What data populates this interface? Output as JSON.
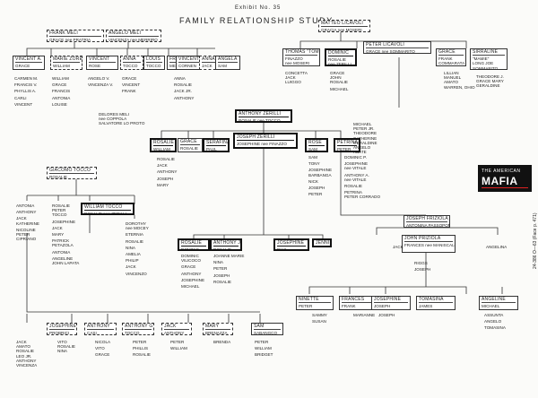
{
  "header": {
    "exhibit": "Exhibit No. 35",
    "title": "FAMILY RELATIONSHIP STUDY",
    "side_caption": "24-386 O—63 (Face p. 471)"
  },
  "logo": {
    "line1": "THE AMERICAN",
    "line2": "MAFIA"
  },
  "boxes": [
    {
      "key": "frank_meli",
      "head": "FRANK MELI",
      "members": [
        "GRACE nee PRATRIA"
      ],
      "style": "dash"
    },
    {
      "key": "angelo_meli",
      "head": "ANGELO MELI",
      "members": [
        "VINCENZA nee MERRIRO"
      ],
      "style": "dash"
    },
    {
      "key": "matteo",
      "head": "MATTEO LICAVOLI",
      "members": [
        "GRACIA nee MOSERI"
      ],
      "style": "dash"
    },
    {
      "key": "vincent_a",
      "head": "VINCENT A.",
      "members": [
        "GRACE",
        "nee MOSERINI"
      ],
      "style": "solid"
    },
    {
      "key": "marie",
      "head": "MARIE ZORE",
      "members": [
        "WILLIAM",
        "TOCCO"
      ],
      "style": "dash"
    },
    {
      "key": "vincent_r",
      "head": "VINCENT",
      "members": [
        "ROSE",
        "nee MARIO"
      ],
      "style": "solid"
    },
    {
      "key": "anna",
      "head": "ANNA",
      "members": [
        "TOCCO",
        "TOCCO"
      ],
      "style": "dash"
    },
    {
      "key": "louis",
      "head": "LOUIS",
      "members": [
        "TOCCO",
        "GRECO"
      ],
      "style": "solid"
    },
    {
      "key": "frank_m2",
      "head": "FRANK",
      "members": [
        "MELI"
      ],
      "style": "solid"
    },
    {
      "key": "vincent_c",
      "head": "VINCENT",
      "members": [
        "CORNEN",
        "TOCCO"
      ],
      "style": "solid"
    },
    {
      "key": "anna2",
      "head": "ANNA",
      "members": [
        "JACK",
        "TOCCO"
      ],
      "style": "dash"
    },
    {
      "key": "angela",
      "head": "ANGELA",
      "members": [
        "SAM",
        "LUCIDO"
      ],
      "style": "solid"
    },
    {
      "key": "thomas",
      "head": "THOMAS \"TOMMY\"",
      "members": [
        "FINAZZO",
        "nee MOSERI"
      ],
      "style": "solid"
    },
    {
      "key": "dominic",
      "head": "DOMINIC",
      "members": [
        "ROSALIE",
        "nee ZERILLI"
      ],
      "style": "thick"
    },
    {
      "key": "peter_l",
      "head": "PETER LICAVOLI",
      "members": [
        "GRACE nee SOMMARITO"
      ],
      "style": "solid"
    },
    {
      "key": "grace_f",
      "head": "GRACE",
      "members": [
        "FRANK",
        "COMMARATA"
      ],
      "style": "solid"
    },
    {
      "key": "sirraline",
      "head": "SIRRALINE",
      "members": [
        "\"MAMIE\"",
        "LONG JOE",
        "SOMMARITO"
      ],
      "style": "solid"
    },
    {
      "key": "anthony_z",
      "head": "ANTHONY ZERILLI",
      "members": [
        "ROSALIE nee TOCCO"
      ],
      "style": "thick"
    },
    {
      "key": "rosalie",
      "head": "ROSALIE",
      "members": [
        "WILLIAM",
        "TOCCO"
      ],
      "style": "thick"
    },
    {
      "key": "grace2",
      "head": "GRACE",
      "members": [
        "ROSALIE",
        "LUCIDO"
      ],
      "style": "solid"
    },
    {
      "key": "serafina",
      "head": "SERAFINA",
      "members": [
        "PAUL",
        "GIANCO"
      ],
      "style": "thick"
    },
    {
      "key": "joseph_z",
      "head": "JOSEPH ZERILLI",
      "members": [
        "JOSEPHINE nee FINAZZO"
      ],
      "style": "thick"
    },
    {
      "key": "rose",
      "head": "ROSE",
      "members": [
        "SAM",
        "SERRA"
      ],
      "style": "thick"
    },
    {
      "key": "petrina",
      "head": "PETRINA",
      "members": [
        "PETER",
        "CORRADO"
      ],
      "style": "thick"
    },
    {
      "key": "giacomo",
      "head": "GIACOMO TOCCO",
      "members": [
        "ROSALIE",
        "nee MOCEDY"
      ],
      "style": "dash"
    },
    {
      "key": "william_t",
      "head": "WILLIAM TOCCO",
      "members": [
        "ROSALIE nee ZERILLI"
      ],
      "style": "thick"
    },
    {
      "key": "rosalie_d",
      "head": "ROSALIE",
      "members": [
        "DOMINIC",
        "VILICOCO"
      ],
      "style": "thick"
    },
    {
      "key": "anthony_j",
      "head": "ANTHONY J.",
      "members": [
        "ROSALIE",
        "nee PROFACI"
      ],
      "style": "thick"
    },
    {
      "key": "josephine",
      "head": "JOSEPHINE",
      "members": [
        "PAUL",
        "TOCCO"
      ],
      "style": "thick"
    },
    {
      "key": "jennie",
      "head": "JENNIE",
      "members": [],
      "style": "thick"
    },
    {
      "key": "joseph_f",
      "head": "JOSEPH FRIZIOLA",
      "members": [
        "ANTONINA PASSOPOMANA"
      ],
      "style": "solid"
    },
    {
      "key": "john_p",
      "head": "JOHN PRIZIOLA",
      "members": [
        "FRANCES nee MANISCALCO"
      ],
      "style": "solid"
    },
    {
      "key": "ninette",
      "head": "NINETTE",
      "members": [
        "PETER",
        "TOCCO"
      ],
      "style": "solid"
    },
    {
      "key": "frances",
      "head": "FRANCES",
      "members": [
        "FRANK",
        "MATRANGA"
      ],
      "style": "solid"
    },
    {
      "key": "josephine_j",
      "head": "JOSEPHINE",
      "members": [
        "JOSEPH",
        "MATRANGA"
      ],
      "style": "solid"
    },
    {
      "key": "tomasina",
      "head": "TOMASINA",
      "members": [
        "JAMES",
        "CAMMARATA"
      ],
      "style": "solid"
    },
    {
      "key": "angeline",
      "head": "ANGELINE",
      "members": [
        "MICHAEL",
        "POLIZZI"
      ],
      "style": "solid"
    },
    {
      "key": "josephine_b",
      "head": "JOSEPHINE",
      "members": [
        "PROBRICI"
      ],
      "style": "dash"
    },
    {
      "key": "anthony_t",
      "head": "ANTHONY",
      "members": [
        "CASI",
        "LICATA"
      ],
      "style": "dash"
    },
    {
      "key": "anthony_g",
      "head": "ANTHONY G.",
      "members": [
        "TOCCO",
        "MARY"
      ],
      "style": "dash"
    },
    {
      "key": "jack_a",
      "head": "JACK",
      "members": [
        "ANTHONY",
        "TOCCO"
      ],
      "style": "dash"
    },
    {
      "key": "mary",
      "head": "MARY",
      "members": [
        "BRENAZZA",
        "PETER"
      ],
      "style": "dash"
    },
    {
      "key": "sam",
      "head": "SAM",
      "members": [
        "SABANGCO"
      ],
      "style": "solid"
    }
  ],
  "lists": [
    {
      "key": "col_carmen",
      "items": [
        "CARMEN M.",
        "",
        "FRANCIS V.",
        "",
        "PHYLLIS A.",
        "",
        "CARLI",
        "",
        "VINCENT"
      ]
    },
    {
      "key": "col_william",
      "items": [
        "WILLIAM",
        "",
        "GRACE",
        "",
        "FRANCIS",
        "",
        "ANTONIA",
        "",
        "LOUISE"
      ]
    },
    {
      "key": "col_angelo",
      "items": [
        "ANGELO V.",
        "",
        "VINCENZA V."
      ]
    },
    {
      "key": "col_grace",
      "items": [
        "GRACE",
        "",
        "VINCENT",
        "",
        "FRANK"
      ]
    },
    {
      "key": "col_angela2",
      "items": [
        "ANNA",
        "",
        "ROSALIE",
        "",
        "JACK JR.",
        "",
        "ANTHONY"
      ]
    },
    {
      "key": "col_conc",
      "items": [
        "CONCETTA",
        "JACK",
        "LUIGGO"
      ]
    },
    {
      "key": "col_grace_d",
      "items": [
        "GRACE",
        "JOHN",
        "ROSALIE",
        "",
        "MICHAEL"
      ]
    },
    {
      "key": "col_lillian",
      "items": [
        "LILLIAN",
        "MANUEL",
        "AMATO",
        "WARREN, OHIO"
      ]
    },
    {
      "key": "col_theodore",
      "items": [
        "THEODORE J.",
        "GRACE MARY",
        "GERALDINE"
      ]
    },
    {
      "key": "col_licav",
      "items": [
        "MICHAEL",
        "PETER JR.",
        "THEODORE",
        "CATHERINE",
        "GERALDINE",
        "ANGELO",
        "ABATE"
      ]
    },
    {
      "key": "col_delores",
      "items": [
        "DELORES MELI",
        "nee COPPOLA",
        "SALVATORE LO PROTO"
      ]
    },
    {
      "key": "col_sam_s",
      "items": [
        "SAM",
        "",
        "TONY",
        "",
        "JOSEPHINE",
        "BARBANGA",
        "",
        "NICK",
        "",
        "JOSEPH",
        "",
        "PETER"
      ]
    },
    {
      "key": "col_petrina",
      "items": [
        "DOMINIC P.",
        "",
        "JOSEPHINE",
        "nee VITALE",
        "",
        "ANTHONY A.",
        "nee VITALE",
        "",
        "ROSALIE",
        "",
        "PETRINA",
        "PETER CORRADO"
      ]
    },
    {
      "key": "col_rosalie_t",
      "items": [
        "ROSALIE",
        "",
        "JACK",
        "",
        "ANTHONY",
        "",
        "JOSEPH",
        "",
        "MARY"
      ]
    },
    {
      "key": "col_antonia",
      "items": [
        "ANTONIA",
        "",
        "ANTHONY",
        "",
        "JACK",
        "KATHERINE",
        "",
        "NICOLINE",
        "PETER",
        "CIPRIANO"
      ]
    },
    {
      "key": "col_rosalie_tocco",
      "items": [
        "ROSALIE",
        "PETER",
        "TOCCO",
        "",
        "JOSEPHINE",
        "",
        "JACK",
        "",
        "MARY",
        "",
        "PATRICK",
        "PETAZOLA",
        "",
        "ANTONIA",
        "",
        "ANGELINE",
        "JOHN LAPATA"
      ]
    },
    {
      "key": "col_dorothy",
      "items": [
        "DOROTHY",
        "nee MOCEY",
        "",
        "ETERNIA",
        "",
        "ROSALIE",
        "",
        "NINA",
        "",
        "AMELIA",
        "",
        "PHILIP",
        "",
        "JACK",
        "",
        "VINCENZO"
      ]
    },
    {
      "key": "col_dominic_v",
      "items": [
        "DOMINIC",
        "VILICOCO",
        "",
        "GRACE",
        "",
        "ANTHONY",
        "",
        "JOSEPHINE",
        "",
        "MICHAEL"
      ]
    },
    {
      "key": "col_joanne",
      "items": [
        "JOANNE MARIE",
        "",
        "NINA",
        "",
        "PETER",
        "",
        "JOSEPH",
        "",
        "ROSALIE"
      ]
    },
    {
      "key": "col_angelina",
      "items": [
        "ANGELINA"
      ]
    },
    {
      "key": "col_riggs",
      "items": [
        "RIGGS",
        "",
        "JOSEPH"
      ]
    },
    {
      "key": "col_j",
      "items": [
        "JACK"
      ]
    },
    {
      "key": "col_sammy",
      "items": [
        "SAMMY",
        "",
        "SUSAN"
      ]
    },
    {
      "key": "col_marianne",
      "items": [
        "MARIANNE"
      ]
    },
    {
      "key": "col_joseph2",
      "items": [
        "JOSEPH"
      ]
    },
    {
      "key": "col_assunta",
      "items": [
        "ASSUNTA",
        "",
        "ANGELO",
        "",
        "TOMASINA"
      ]
    },
    {
      "key": "col_dot",
      "items": [
        "JACK",
        "AMATO",
        "ROSALIE",
        "LEO JR.",
        "ANTHONY",
        "VINCENZA"
      ]
    },
    {
      "key": "col_vito",
      "items": [
        "VITO",
        "ROSALIE",
        "NINA"
      ]
    },
    {
      "key": "col_nicola",
      "items": [
        "NICOLA",
        "",
        "VITO",
        "",
        "GRACE"
      ]
    },
    {
      "key": "col_peter",
      "items": [
        "PETER",
        "",
        "PHILLIS",
        "",
        "ROSALIE"
      ]
    },
    {
      "key": "col_peter2",
      "items": [
        "PETER",
        "",
        "WILLIAM"
      ]
    },
    {
      "key": "col_brenda",
      "items": [
        "BRENDA"
      ]
    },
    {
      "key": "col_william2",
      "items": [
        "PETER",
        "",
        "WILLIAM",
        "",
        "BRIDGET"
      ]
    }
  ]
}
